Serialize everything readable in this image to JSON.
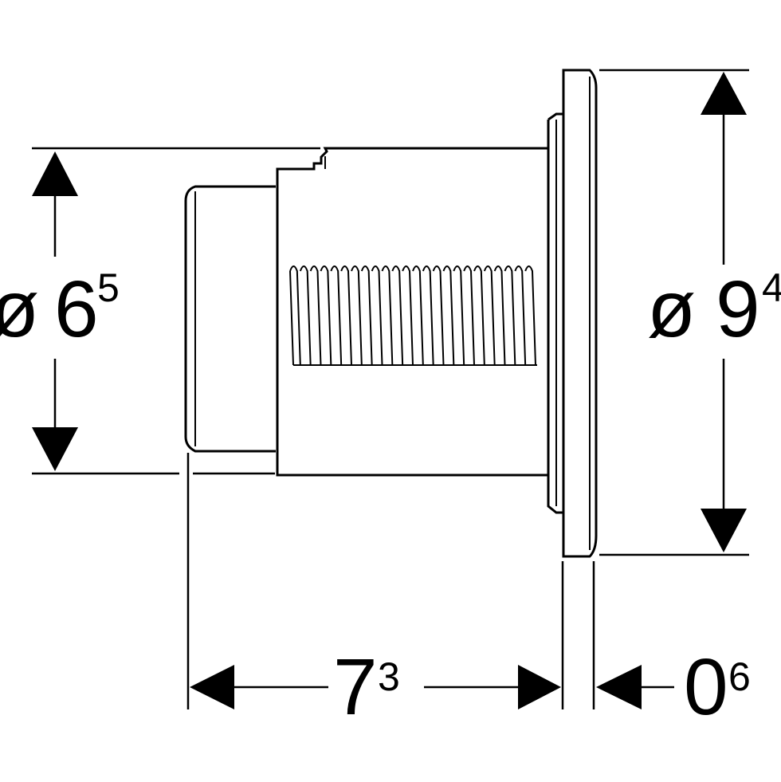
{
  "dimensions": {
    "inner_diameter": {
      "symbol": "ø",
      "value": "6",
      "superscript": "5"
    },
    "outer_diameter": {
      "symbol": "ø",
      "value": "9",
      "superscript": "4"
    },
    "depth": {
      "value": "7",
      "superscript": "3"
    },
    "plate_thickness": {
      "value": "0",
      "superscript": "6"
    }
  },
  "colors": {
    "line": "#000000",
    "background": "#ffffff"
  }
}
